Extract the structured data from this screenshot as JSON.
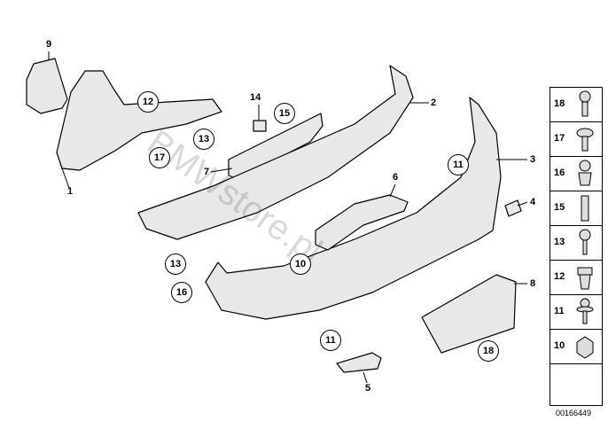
{
  "diagram": {
    "labels": {
      "l1": "1",
      "l2": "2",
      "l3": "3",
      "l4": "4",
      "l5": "5",
      "l6": "6",
      "l7": "7",
      "l8": "8",
      "l9": "9",
      "l14": "14"
    },
    "callouts": {
      "c12": "12",
      "c13a": "13",
      "c17": "17",
      "c15": "15",
      "c11a": "11",
      "c10": "10",
      "c13b": "13",
      "c16": "16",
      "c11b": "11",
      "c18": "18"
    },
    "legend": [
      "18",
      "17",
      "16",
      "15",
      "13",
      "12",
      "11",
      "10"
    ],
    "watermark": "BMWstore.pl",
    "doc_id": "00166449"
  }
}
